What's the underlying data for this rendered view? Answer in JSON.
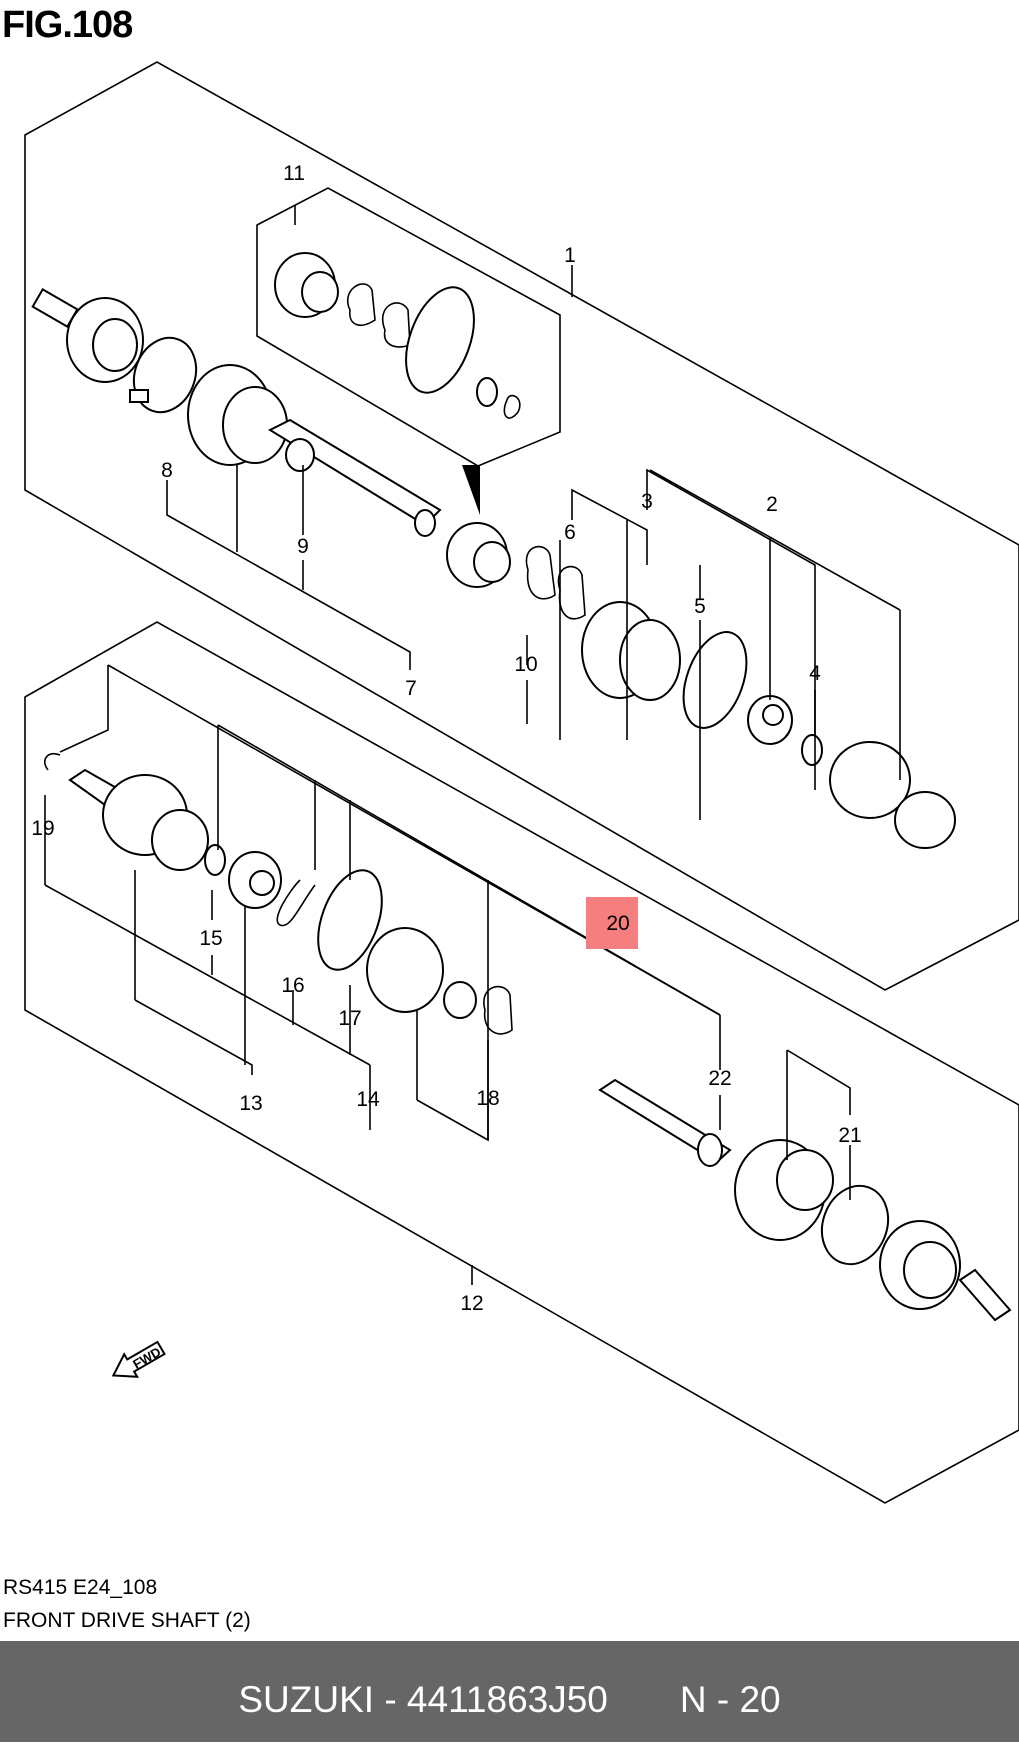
{
  "figure": {
    "title": "FIG.108"
  },
  "callouts": {
    "c1": "1",
    "c2": "2",
    "c3": "3",
    "c4": "4",
    "c5": "5",
    "c6": "6",
    "c7": "7",
    "c8": "8",
    "c9": "9",
    "c10": "10",
    "c11": "11",
    "c12": "12",
    "c13": "13",
    "c14": "14",
    "c15": "15",
    "c16": "16",
    "c17": "17",
    "c18": "18",
    "c19": "19",
    "c20": "20",
    "c21": "21",
    "c22": "22"
  },
  "highlighted_callout": "20",
  "highlight_color": "#f57f7f",
  "fwd_arrow_text": "FWD",
  "caption": {
    "code": "RS415 E24_108",
    "name": "FRONT DRIVE SHAFT (2)"
  },
  "footer": {
    "brand_part": "SUZUKI - 4411863J50",
    "ref": "N - 20",
    "background": "#666666"
  }
}
